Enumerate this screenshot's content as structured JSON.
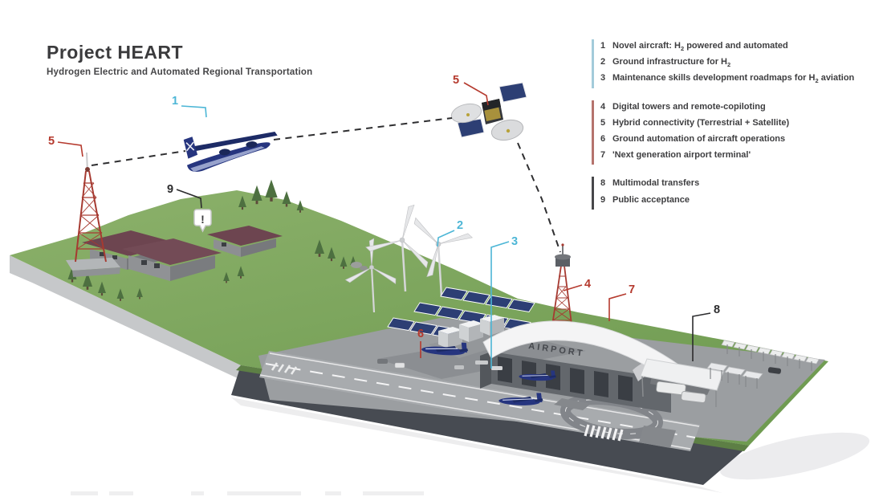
{
  "title": {
    "main": "Project HEART",
    "subtitle": "Hydrogen Electric and Automated Regional Transportation"
  },
  "legend": {
    "groups": [
      {
        "accent": "#a3cbda",
        "items": [
          {
            "num": "1",
            "pre": "Novel aircraft: H",
            "sub": "2",
            "post": " powered and automated"
          },
          {
            "num": "2",
            "pre": "Ground infrastructure for H",
            "sub": "2",
            "post": ""
          },
          {
            "num": "3",
            "pre": "Maintenance skills development roadmaps for H",
            "sub": "2",
            "post": " aviation"
          }
        ]
      },
      {
        "accent": "#b5736d",
        "items": [
          {
            "num": "4",
            "pre": "Digital towers and remote-copiloting",
            "sub": "",
            "post": ""
          },
          {
            "num": "5",
            "pre": "Hybrid connectivity (Terrestrial + Satellite)",
            "sub": "",
            "post": ""
          },
          {
            "num": "6",
            "pre": "Ground automation of aircraft operations",
            "sub": "",
            "post": ""
          },
          {
            "num": "7",
            "pre": "'Next generation airport terminal'",
            "sub": "",
            "post": ""
          }
        ]
      },
      {
        "accent": "#47474a",
        "items": [
          {
            "num": "8",
            "pre": "Multimodal transfers",
            "sub": "",
            "post": ""
          },
          {
            "num": "9",
            "pre": "Public acceptance",
            "sub": "",
            "post": ""
          }
        ]
      }
    ]
  },
  "scene": {
    "airport_sign": "AIRPORT",
    "alert_pin": "!",
    "markers": {
      "m1": {
        "num": "1"
      },
      "m2": {
        "num": "2"
      },
      "m3": {
        "num": "3"
      },
      "m4": {
        "num": "4"
      },
      "m5sat": {
        "num": "5"
      },
      "m5tower": {
        "num": "5"
      },
      "m6": {
        "num": "6"
      },
      "m7": {
        "num": "7"
      },
      "m8": {
        "num": "8"
      },
      "m9": {
        "num": "9"
      }
    }
  },
  "colors": {
    "label_cyan": "#4cb6d6",
    "label_red": "#b53a2e",
    "label_black": "#2c2c2e",
    "legend_accent_blue": "#a3cbda",
    "legend_accent_red": "#b5736d",
    "legend_accent_dark": "#47474a",
    "grass": "#7aa45c",
    "plinth_dark": "#474b52",
    "plinth_light": "#c6c8ca",
    "pavement": "#9b9ea1",
    "aircraft_blue": "#26357f",
    "solar_panel_blue": "#2d3f74",
    "tower_red": "#a63a31",
    "house_roof": "#6d4550",
    "terminal_wall": "#63676c",
    "terminal_roof": "#f4f4f5"
  }
}
